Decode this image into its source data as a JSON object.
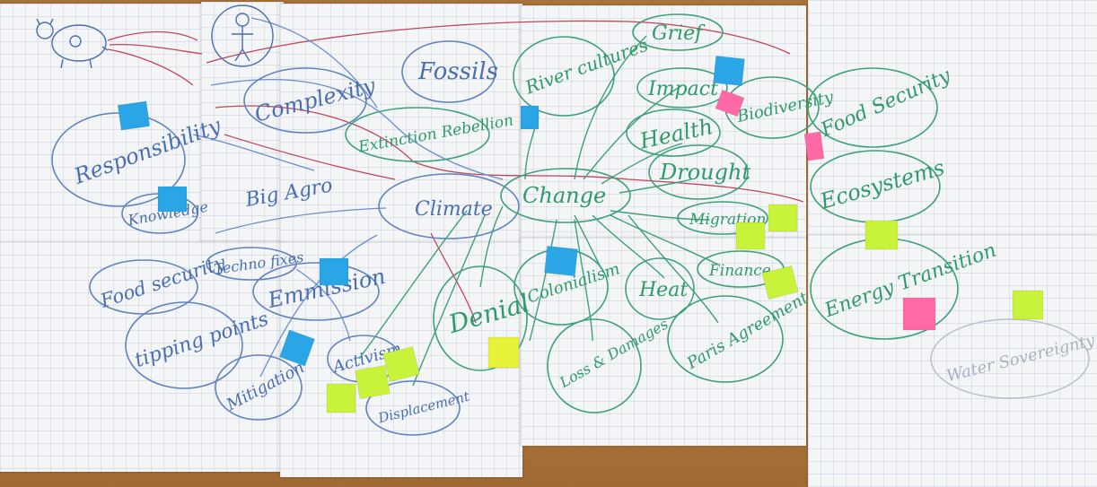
{
  "board": {
    "words": {
      "responsibility": "Responsibility",
      "knowledge": "Knowledge",
      "complexity": "Complexity",
      "fossils": "Fossils",
      "extinction": "Extinction Rebellion",
      "big_agro": "Big Agro",
      "climate": "Climate",
      "change": "Change",
      "river_cultures": "River cultures",
      "grief": "Grief",
      "impact": "Impact",
      "biodiversity": "Biodiversity",
      "health": "Health",
      "drought": "Drought",
      "migration": "Migration",
      "finance": "Finance",
      "heat": "Heat",
      "colonialism": "Colonialism",
      "loss_damages": "Loss & Damages",
      "paris": "Paris Agreement",
      "denial": "Denial",
      "emmission": "Emmission",
      "techno_fixes": "Techno fixes",
      "food_security_left": "Food security",
      "tipping_points": "tipping points",
      "activism": "Activism",
      "mitigation": "Mitigation",
      "displacement": "Displacement",
      "food_security_right": "Food Security",
      "ecosystems": "Ecosystems",
      "energy_transition": "Energy Transition",
      "water_sovereignty": "Water Sovereignty"
    }
  },
  "colors": {
    "blue_ink": "#4a6fb0",
    "green_ink": "#2f9a6a",
    "red_ink": "#c2465a",
    "sticky_blue": "#2aa6e6",
    "sticky_yellow": "#c9f23a",
    "sticky_pink": "#ff6aa6",
    "table": "#b07a3e"
  }
}
